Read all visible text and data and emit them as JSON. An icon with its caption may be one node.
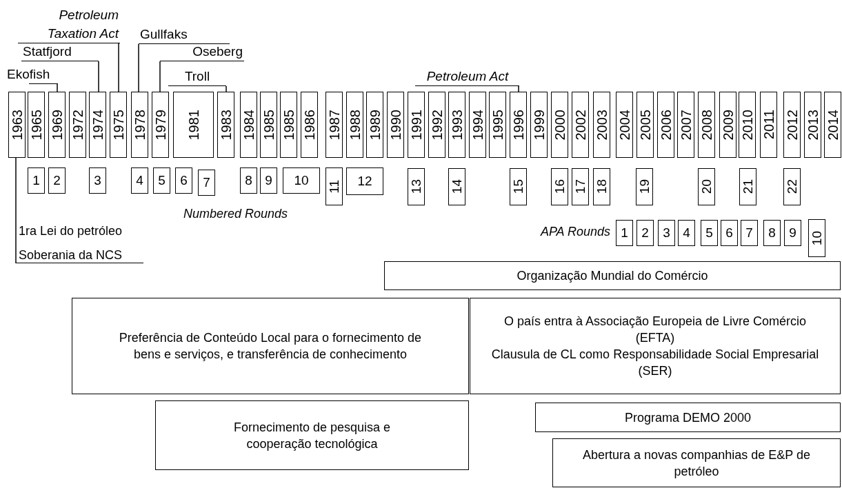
{
  "diagram": {
    "nodes": [
      {
        "text": [
          "Petroleum Taxation Act"
        ]
      },
      {
        "text": [
          "Gullfaks"
        ]
      },
      {
        "text": [
          "Statfjord"
        ]
      },
      {
        "text": [
          "Oseberg"
        ]
      },
      {
        "text": [
          "Ekofish"
        ]
      },
      {
        "text": [
          "Troll"
        ]
      },
      {
        "text": [
          "Petroleum Act"
        ]
      },
      {
        "text": [
          "1963"
        ]
      },
      {
        "text": [
          "1965"
        ]
      },
      {
        "text": [
          "1969"
        ]
      },
      {
        "text": [
          "1972"
        ]
      },
      {
        "text": [
          "1974"
        ]
      },
      {
        "text": [
          "1975"
        ]
      },
      {
        "text": [
          "1978"
        ]
      },
      {
        "text": [
          "1979"
        ]
      },
      {
        "text": [
          "1981"
        ]
      },
      {
        "text": [
          "1983"
        ]
      },
      {
        "text": [
          "1984"
        ]
      },
      {
        "text": [
          "1985"
        ]
      },
      {
        "text": [
          "1985"
        ]
      },
      {
        "text": [
          "1986"
        ]
      },
      {
        "text": [
          "1987"
        ]
      },
      {
        "text": [
          "1988"
        ]
      },
      {
        "text": [
          "1989"
        ]
      },
      {
        "text": [
          "1990"
        ]
      },
      {
        "text": [
          "1991"
        ]
      },
      {
        "text": [
          "1992"
        ]
      },
      {
        "text": [
          "1993"
        ]
      },
      {
        "text": [
          "1994"
        ]
      },
      {
        "text": [
          "1995"
        ]
      },
      {
        "text": [
          "1996"
        ]
      },
      {
        "text": [
          "1999"
        ]
      },
      {
        "text": [
          "2000"
        ]
      },
      {
        "text": [
          "2002"
        ]
      },
      {
        "text": [
          "2003"
        ]
      },
      {
        "text": [
          "2004"
        ]
      },
      {
        "text": [
          "2005"
        ]
      },
      {
        "text": [
          "2006"
        ]
      },
      {
        "text": [
          "2007"
        ]
      },
      {
        "text": [
          "2008"
        ]
      },
      {
        "text": [
          "2009"
        ]
      },
      {
        "text": [
          "2010"
        ]
      },
      {
        "text": [
          "2011"
        ]
      },
      {
        "text": [
          "2012"
        ]
      },
      {
        "text": [
          "2013"
        ]
      },
      {
        "text": [
          "2014"
        ]
      },
      {
        "text": [
          "1"
        ]
      },
      {
        "text": [
          "2"
        ]
      },
      {
        "text": [
          "3"
        ]
      },
      {
        "text": [
          "4"
        ]
      },
      {
        "text": [
          "5"
        ]
      },
      {
        "text": [
          "6"
        ]
      },
      {
        "text": [
          "7"
        ]
      },
      {
        "text": [
          "8"
        ]
      },
      {
        "text": [
          "9"
        ]
      },
      {
        "text": [
          "10"
        ]
      },
      {
        "text": [
          "11"
        ]
      },
      {
        "text": [
          "12"
        ]
      },
      {
        "text": [
          "13"
        ]
      },
      {
        "text": [
          "14"
        ]
      },
      {
        "text": [
          "15"
        ]
      },
      {
        "text": [
          "16"
        ]
      },
      {
        "text": [
          "17"
        ]
      },
      {
        "text": [
          "18"
        ]
      },
      {
        "text": [
          "19"
        ]
      },
      {
        "text": [
          "20"
        ]
      },
      {
        "text": [
          "21"
        ]
      },
      {
        "text": [
          "22"
        ]
      },
      {
        "text": [
          "1ra Lei do petróleo",
          "Soberania da NCS"
        ]
      },
      {
        "text": [
          "1"
        ]
      },
      {
        "text": [
          "2"
        ]
      },
      {
        "text": [
          "3"
        ]
      },
      {
        "text": [
          "4"
        ]
      },
      {
        "text": [
          "5"
        ]
      },
      {
        "text": [
          "6"
        ]
      },
      {
        "text": [
          "7"
        ]
      },
      {
        "text": [
          "8"
        ]
      },
      {
        "text": [
          "9"
        ]
      },
      {
        "text": [
          "10"
        ]
      },
      {
        "text": [
          "Organização Mundial do Comércio"
        ]
      },
      {
        "text": [
          "Preferência de Conteúdo Local para o fornecimento de bens e serviços, e transferência de conhecimento"
        ]
      },
      {
        "text": [
          "O país entra à Associação Europeia de Livre Comércio (EFTA)",
          "Clausula de CL como Responsabilidade Social Empresarial (SER)"
        ]
      },
      {
        "text": [
          "Fornecimento de pesquisa e cooperação tecnológica"
        ]
      },
      {
        "text": [
          "Programa DEMO 2000"
        ]
      },
      {
        "text": [
          "Abertura a novas companhias de E&P de petróleo"
        ]
      }
    ],
    "edges": [
      {
        "from": 0,
        "to": 12,
        "arrow": "none"
      },
      {
        "from": 1,
        "to": 13,
        "arrow": "none"
      },
      {
        "from": 2,
        "to": 11,
        "arrow": "none"
      },
      {
        "from": 3,
        "to": 14,
        "arrow": "none"
      },
      {
        "from": 4,
        "to": 9,
        "arrow": "none"
      },
      {
        "from": 5,
        "to": 16,
        "arrow": "none"
      },
      {
        "from": 6,
        "to": 30,
        "arrow": "none"
      },
      {
        "from": 68,
        "to": 7,
        "arrow": "none"
      }
    ],
    "labels": [
      "Numbered Rounds",
      "APA Rounds"
    ]
  }
}
